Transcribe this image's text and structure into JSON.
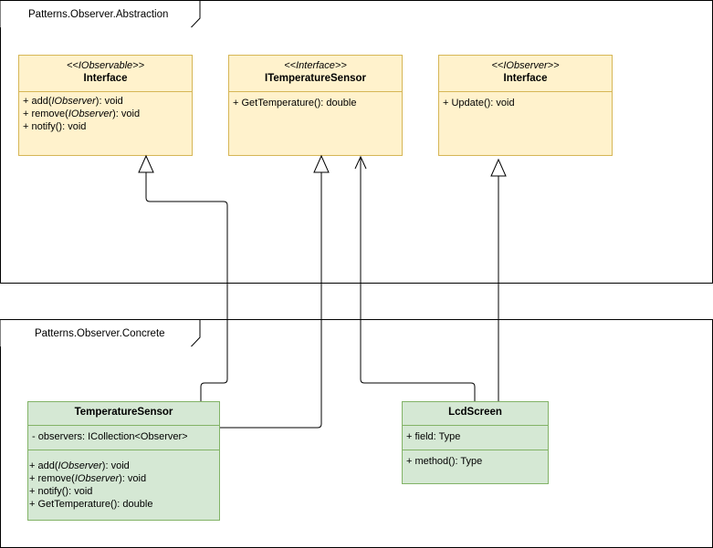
{
  "packages": {
    "abstraction": {
      "label": "Patterns.Observer.Abstraction"
    },
    "concrete": {
      "label": "Patterns.Observer.Concrete"
    }
  },
  "classes": {
    "iobservable": {
      "stereotype": "<<IObservable>>",
      "name": "Interface",
      "methods_html": [
        "+ add(<i>IObserver</i>): void",
        "+ remove(<i>IObserver</i>): void",
        "+ notify(): void"
      ]
    },
    "itemperaturesensor": {
      "stereotype": "<<Interface>>",
      "name": "ITemperatureSensor",
      "methods": [
        "+ GetTemperature(): double"
      ]
    },
    "iobserver": {
      "stereotype": "<<IObserver>>",
      "name": "Interface",
      "methods": [
        "+ Update(): void"
      ]
    },
    "temperaturesensor": {
      "name": "TemperatureSensor",
      "fields": [
        "- observers: ICollection<Observer>"
      ],
      "methods_html": [
        "+ add(<i>IObserver</i>): void",
        "+ remove(<i>IObserver</i>): void",
        "+ notify(): void",
        "+ GetTemperature(): double"
      ]
    },
    "lcdscreen": {
      "name": "LcdScreen",
      "fields": [
        "+ field: Type"
      ],
      "methods": [
        "+ method(): Type"
      ]
    }
  },
  "colors": {
    "interface_fill": "#fff2cc",
    "interface_stroke": "#d6b656",
    "concrete_fill": "#d5e8d4",
    "concrete_stroke": "#82b366"
  }
}
